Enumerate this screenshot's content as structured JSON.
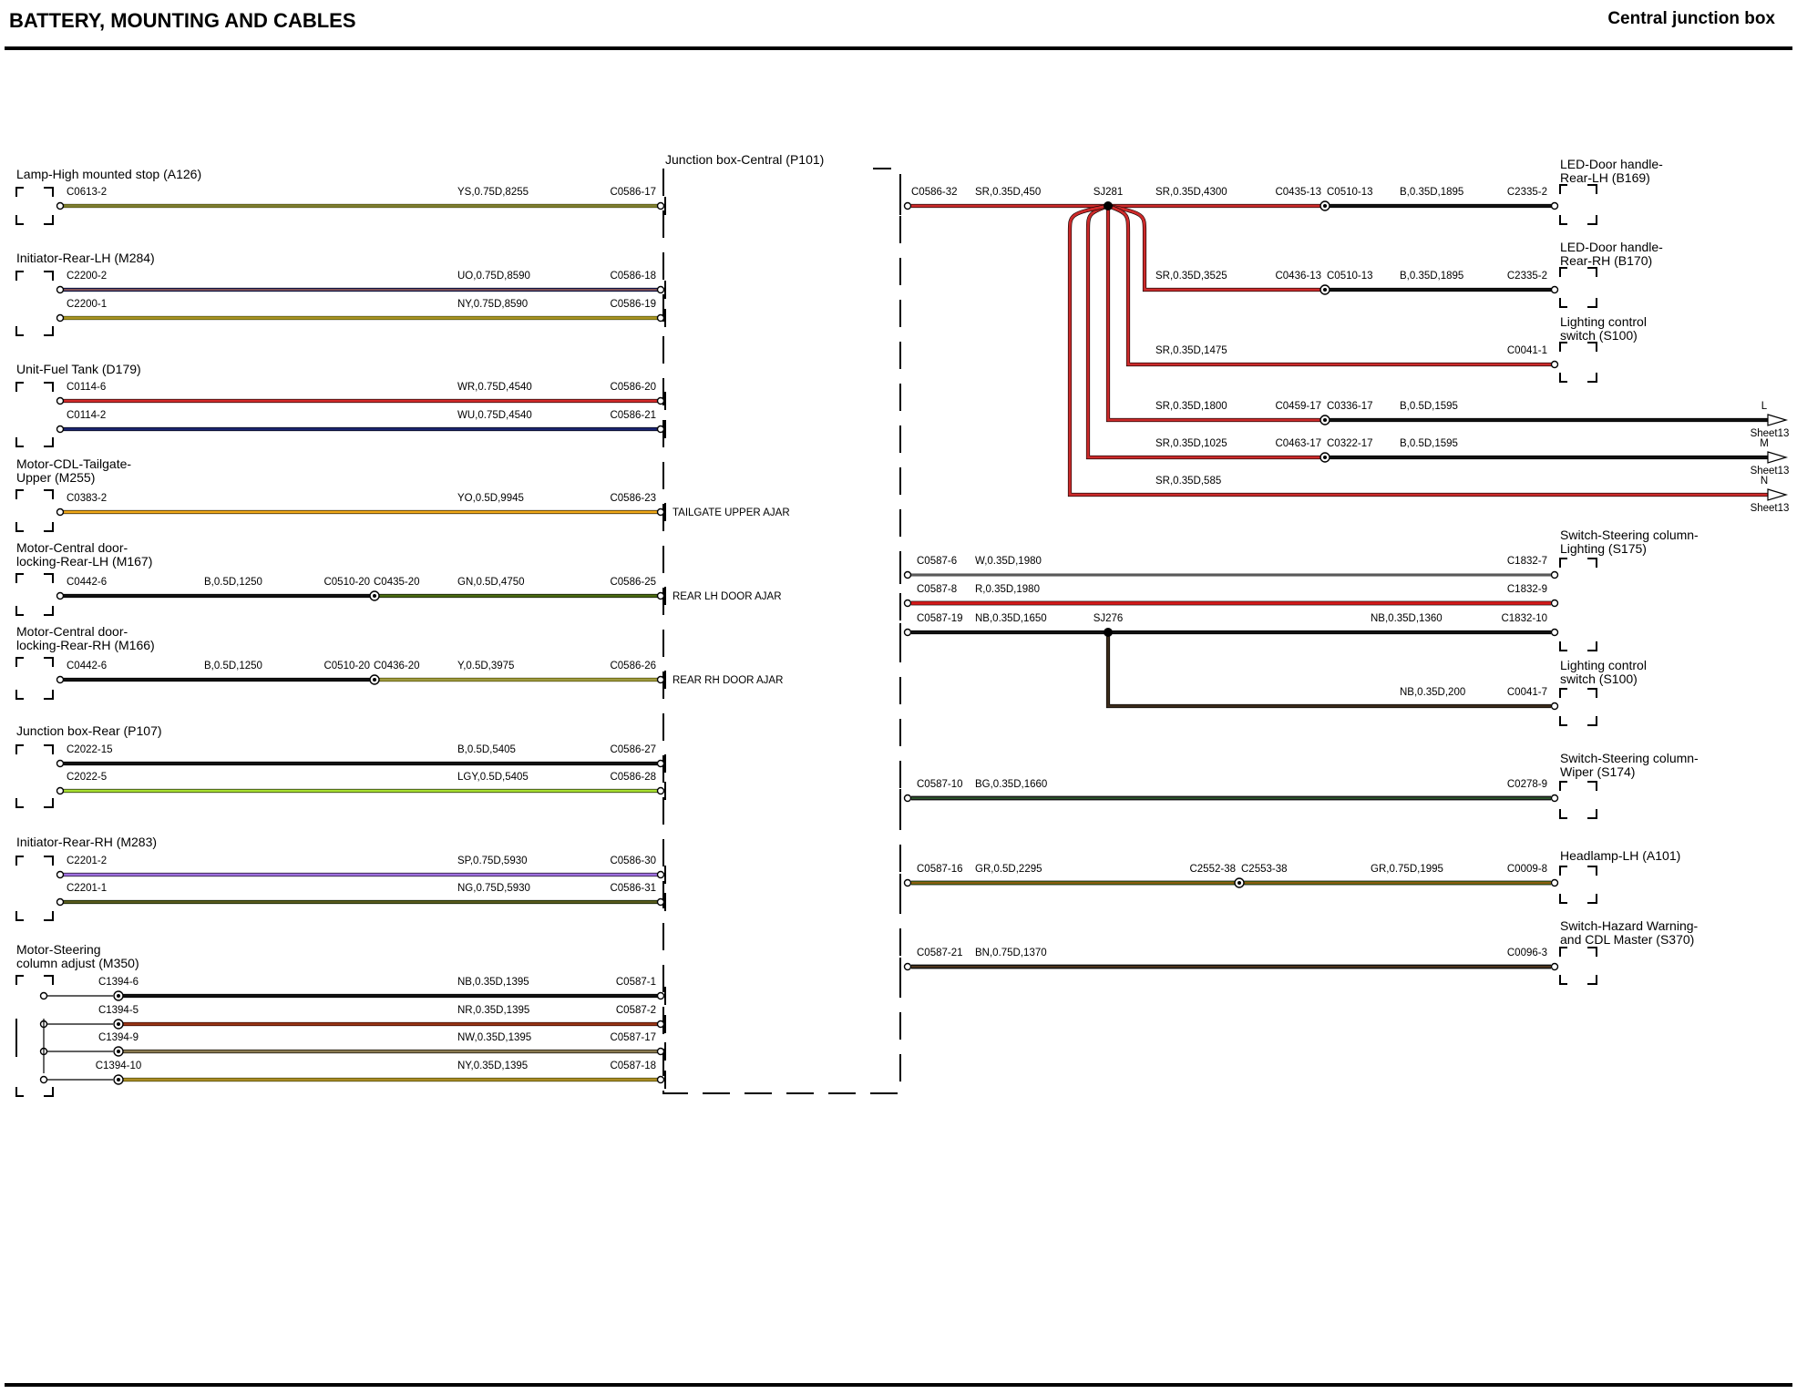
{
  "header": {
    "title": "BATTERY, MOUNTING AND CABLES",
    "subtitle": "Central junction box"
  },
  "junction_box": {
    "label": "Junction box-Central (P101)"
  },
  "left": {
    "components": [
      {
        "lines": [
          "Lamp-High mounted stop (A126)"
        ]
      },
      {
        "lines": [
          "Initiator-Rear-LH (M284)"
        ]
      },
      {
        "lines": [
          "Unit-Fuel Tank (D179)"
        ]
      },
      {
        "lines": [
          "Motor-CDL-Tailgate-",
          "Upper (M255)"
        ]
      },
      {
        "lines": [
          "Motor-Central door-",
          "locking-Rear-LH (M167)"
        ]
      },
      {
        "lines": [
          "Motor-Central door-",
          "locking-Rear-RH (M166)"
        ]
      },
      {
        "lines": [
          "Junction box-Rear (P107)"
        ]
      },
      {
        "lines": [
          "Initiator-Rear-RH (M283)"
        ]
      },
      {
        "lines": [
          "Motor-Steering",
          "column adjust (M350)"
        ]
      }
    ],
    "wires": [
      {
        "from": "C0613-2",
        "spec": "YS,0.75D,8255",
        "to": "C0586-17",
        "color": "#c8c832",
        "stripe": "#333333"
      },
      {
        "from": "C2200-2",
        "spec": "UO,0.75D,8590",
        "to": "C0586-18",
        "color": "#1e2a8c",
        "stripe": "#e07820"
      },
      {
        "from": "C2200-1",
        "spec": "NY,0.75D,8590",
        "to": "C0586-19",
        "color": "#e8dc1e",
        "stripe": "#6b4a2a"
      },
      {
        "from": "C0114-6",
        "spec": "WR,0.75D,4540",
        "to": "C0586-20",
        "color": "#d42a2a",
        "stripe": ""
      },
      {
        "from": "C0114-2",
        "spec": "WU,0.75D,4540",
        "to": "C0586-21",
        "color": "#1a2470",
        "stripe": ""
      },
      {
        "from": "C0383-2",
        "spec": "YO,0.5D,9945",
        "to": "C0586-23",
        "color": "#f0a818",
        "stripe": "",
        "note": "TAILGATE UPPER AJAR"
      },
      {
        "from": "C0442-6",
        "spec_a": "B,0.5D,1250",
        "mid_a": "C0510-20",
        "mid_b": "C0435-20",
        "spec": "GN,0.5D,4750",
        "to": "C0586-25",
        "color_a": "#111111",
        "color": "#4a6a10",
        "stripe": "",
        "note": "REAR LH DOOR AJAR"
      },
      {
        "from": "C0442-6",
        "spec_a": "B,0.5D,1250",
        "mid_a": "C0510-20",
        "mid_b": "C0436-20",
        "spec": "Y,0.5D,3975",
        "to": "C0586-26",
        "color_a": "#111111",
        "color": "#e8e030",
        "stripe": "#555555",
        "note": "REAR RH DOOR AJAR"
      },
      {
        "from": "C2022-15",
        "spec": "B,0.5D,5405",
        "to": "C0586-27",
        "color": "#111111",
        "stripe": ""
      },
      {
        "from": "C2022-5",
        "spec": "LGY,0.5D,5405",
        "to": "C0586-28",
        "color": "#a8e030",
        "stripe": ""
      },
      {
        "from": "C2201-2",
        "spec": "SP,0.75D,5930",
        "to": "C0586-30",
        "color": "#a070e0",
        "stripe": ""
      },
      {
        "from": "C2201-1",
        "spec": "NG,0.75D,5930",
        "to": "C0586-31",
        "color": "#4a6a10",
        "stripe": "#6b4a2a"
      },
      {
        "from": "C1394-6",
        "spec": "NB,0.35D,1395",
        "to": "C0587-1",
        "color": "#111111",
        "stripe": ""
      },
      {
        "from": "C1394-5",
        "spec": "NR,0.35D,1395",
        "to": "C0587-2",
        "color": "#c03010",
        "stripe": "#6b3a1a"
      },
      {
        "from": "C1394-9",
        "spec": "NW,0.35D,1395",
        "to": "C0587-17",
        "color": "#8a7a50",
        "stripe": ""
      },
      {
        "from": "C1394-10",
        "spec": "NY,0.35D,1395",
        "to": "C0587-18",
        "color": "#e8cc20",
        "stripe": "#6b4a2a"
      }
    ]
  },
  "right": {
    "components": [
      {
        "lines": [
          "LED-Door handle-",
          "Rear-LH (B169)"
        ]
      },
      {
        "lines": [
          "LED-Door handle-",
          "Rear-RH (B170)"
        ]
      },
      {
        "lines": [
          "Lighting control",
          "switch (S100)"
        ]
      },
      {
        "lines": [
          "Switch-Steering column-",
          "Lighting (S175)"
        ]
      },
      {
        "lines": [
          "Lighting control",
          "switch (S100)"
        ]
      },
      {
        "lines": [
          "Switch-Steering column-",
          "Wiper (S174)"
        ]
      },
      {
        "lines": [
          "Headlamp-LH (A101)"
        ]
      },
      {
        "lines": [
          "Switch-Hazard Warning-",
          "and CDL Master (S370)"
        ]
      }
    ],
    "splice_sj281": {
      "name": "SJ281",
      "feed": {
        "from": "C0586-32",
        "spec": "SR,0.35D,450"
      },
      "branches": [
        {
          "spec": "SR,0.35D,4300",
          "mid_a": "C0435-13",
          "mid_b": "C0510-13",
          "spec_b": "B,0.35D,1895",
          "to": "C2335-2"
        },
        {
          "spec": "SR,0.35D,3525",
          "mid_a": "C0436-13",
          "mid_b": "C0510-13",
          "spec_b": "B,0.35D,1895",
          "to": "C2335-2"
        },
        {
          "spec": "SR,0.35D,1475",
          "to": "C0041-1"
        },
        {
          "spec": "SR,0.35D,1800",
          "mid_a": "C0459-17",
          "mid_b": "C0336-17",
          "spec_b": "B,0.5D,1595",
          "arrow": "L",
          "sheet": "Sheet13"
        },
        {
          "spec": "SR,0.35D,1025",
          "mid_a": "C0463-17",
          "mid_b": "C0322-17",
          "spec_b": "B,0.5D,1595",
          "arrow": "M",
          "sheet": "Sheet13"
        },
        {
          "spec": "SR,0.35D,585",
          "arrow": "N",
          "sheet": "Sheet13"
        }
      ]
    },
    "wires": [
      {
        "from": "C0587-6",
        "spec": "W,0.35D,1980",
        "to": "C1832-7"
      },
      {
        "from": "C0587-8",
        "spec": "R,0.35D,1980",
        "to": "C1832-9"
      },
      {
        "from": "C0587-19",
        "spec": "NB,0.35D,1650",
        "splice": "SJ276",
        "spec_b": "NB,0.35D,1360",
        "to": "C1832-10",
        "branch_spec": "NB,0.35D,200",
        "branch_to": "C0041-7"
      },
      {
        "from": "C0587-10",
        "spec": "BG,0.35D,1660",
        "to": "C0278-9"
      },
      {
        "from": "C0587-16",
        "spec": "GR,0.5D,2295",
        "mid_a": "C2552-38",
        "mid_b": "C2553-38",
        "spec_b": "GR,0.75D,1995",
        "to": "C0009-8"
      },
      {
        "from": "C0587-21",
        "spec": "BN,0.75D,1370",
        "to": "C0096-3"
      }
    ],
    "colors": {
      "sr": "#cc2a2a",
      "black": "#111111",
      "white": "#777777",
      "red": "#d41a1a",
      "bg": "#1a1a1a",
      "bg_stripe": "#3a8a3a",
      "gr": "#4a6a10",
      "gr_stripe": "#d05010",
      "bn": "#111111",
      "bn_stripe": "#8a5a2a"
    }
  }
}
